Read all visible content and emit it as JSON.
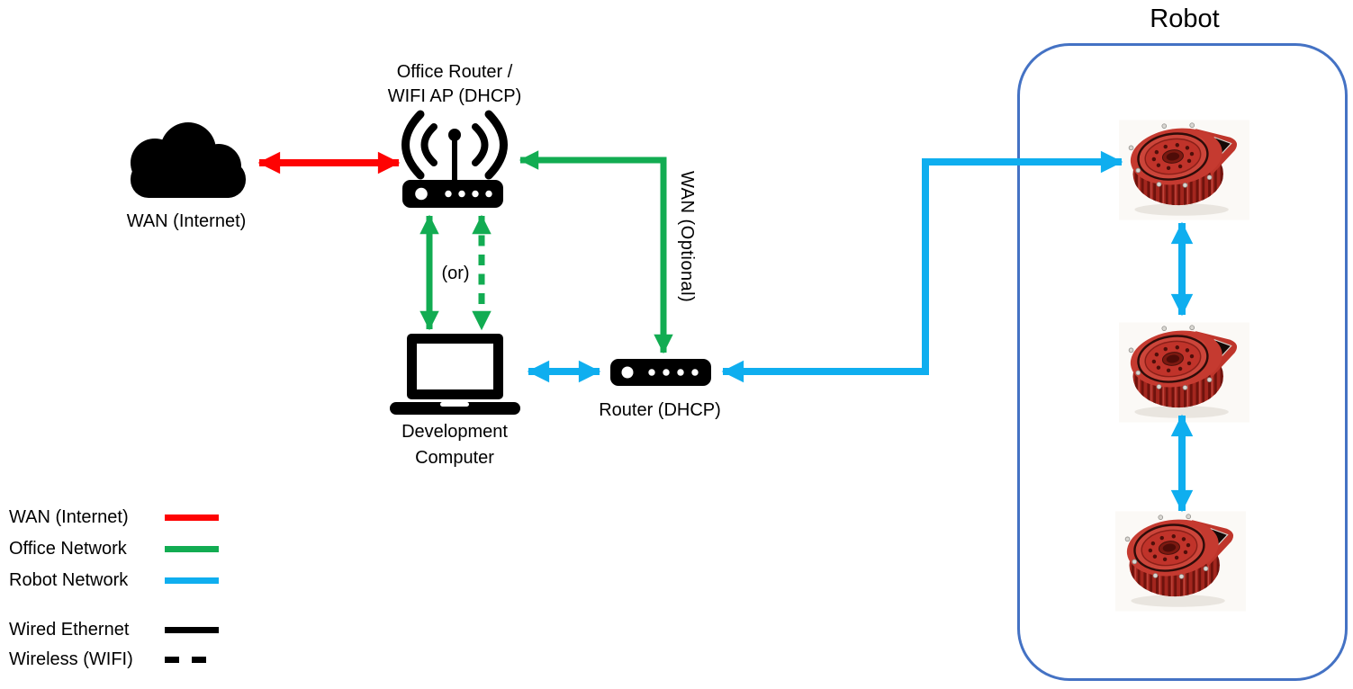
{
  "diagram": {
    "wan_cloud_label": "WAN (Internet)",
    "office_router_label_1": "Office Router /",
    "office_router_label_2": "WIFI AP (DHCP)",
    "or_label": "(or)",
    "wan_optional_label": "WAN (Optional)",
    "dev_computer_label_1": "Development",
    "dev_computer_label_2": "Computer",
    "router_label": "Router (DHCP)",
    "robot_box_title": "Robot",
    "robot_actuator_count": 3
  },
  "network_colors": {
    "wan_internet": "#fe0303",
    "office_network": "#12ac52",
    "robot_network": "#0faeef",
    "robot_box_border": "#4472c4",
    "wired_black": "#000000"
  },
  "legend": {
    "network_items": [
      {
        "label": "WAN (Internet)",
        "color": "#fe0303",
        "style": "solid"
      },
      {
        "label": "Office Network",
        "color": "#12ac52",
        "style": "solid"
      },
      {
        "label": "Robot Network",
        "color": "#0faeef",
        "style": "solid"
      }
    ],
    "link_style_items": [
      {
        "label": "Wired Ethernet",
        "color": "#000000",
        "style": "solid"
      },
      {
        "label": "Wireless (WIFI)",
        "color": "#000000",
        "style": "dashed"
      }
    ]
  }
}
